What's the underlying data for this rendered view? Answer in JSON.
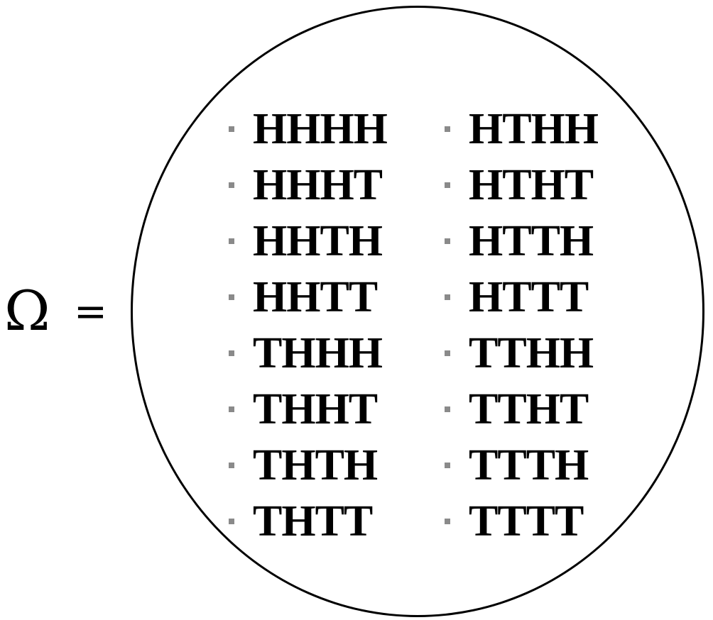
{
  "set_label": "Ω",
  "equals": "=",
  "outcomes": {
    "column_1": [
      "HHHH",
      "HHHT",
      "HHTH",
      "HHTT",
      "THHH",
      "THHT",
      "THTH",
      "THTT"
    ],
    "column_2": [
      "HTHH",
      "HTHT",
      "HTTH",
      "HTTT",
      "TTHH",
      "TTHT",
      "TTTH",
      "TTTT"
    ]
  },
  "colors": {
    "bullet": "#8a8a8a",
    "text": "#000000",
    "outline": "#000000"
  }
}
